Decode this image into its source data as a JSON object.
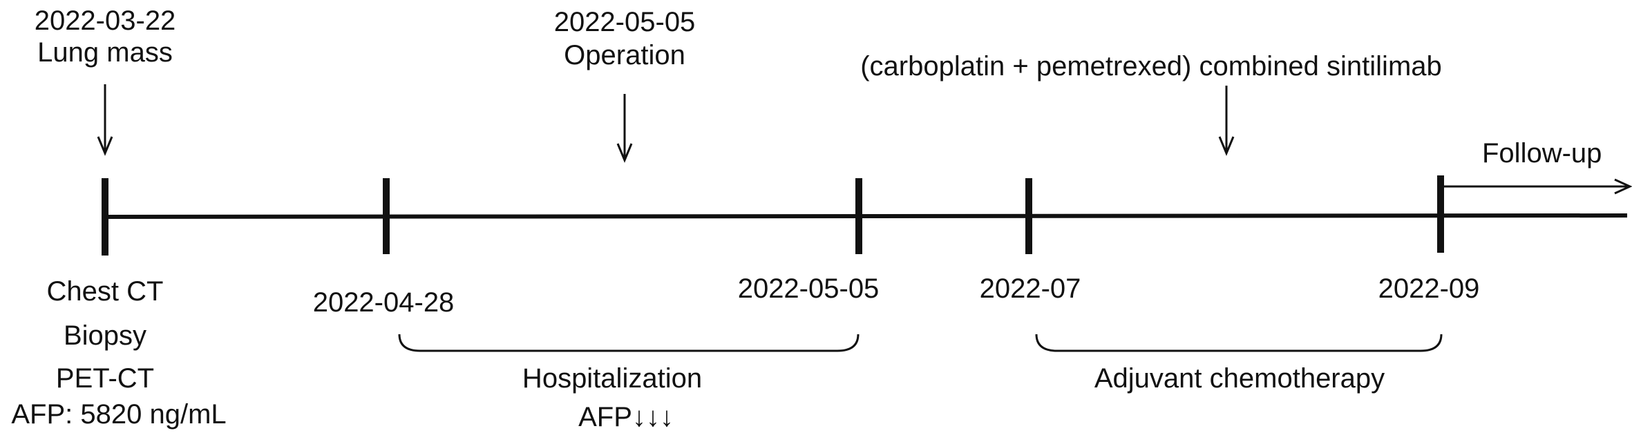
{
  "top_events": [
    {
      "date": "2022-03-22",
      "label": "Lung mass"
    },
    {
      "date": "2022-05-05",
      "label": "Operation"
    },
    {
      "label": "(carboplatin + pemetrexed) combined sintilimab"
    }
  ],
  "follow_up": "Follow-up",
  "ticks": [
    {
      "date": ""
    },
    {
      "date": "2022-04-28"
    },
    {
      "date": "2022-05-05"
    },
    {
      "date": "2022-07"
    },
    {
      "date": "2022-09"
    }
  ],
  "first_tick_notes": [
    "Chest CT",
    "Biopsy",
    "PET-CT",
    "AFP: 5820 ng/mL"
  ],
  "phases": [
    {
      "label": "Hospitalization",
      "sublabel": "AFP↓↓↓"
    },
    {
      "label": "Adjuvant chemotherapy"
    }
  ],
  "colors": {
    "line": "#111111",
    "text": "#111111"
  }
}
